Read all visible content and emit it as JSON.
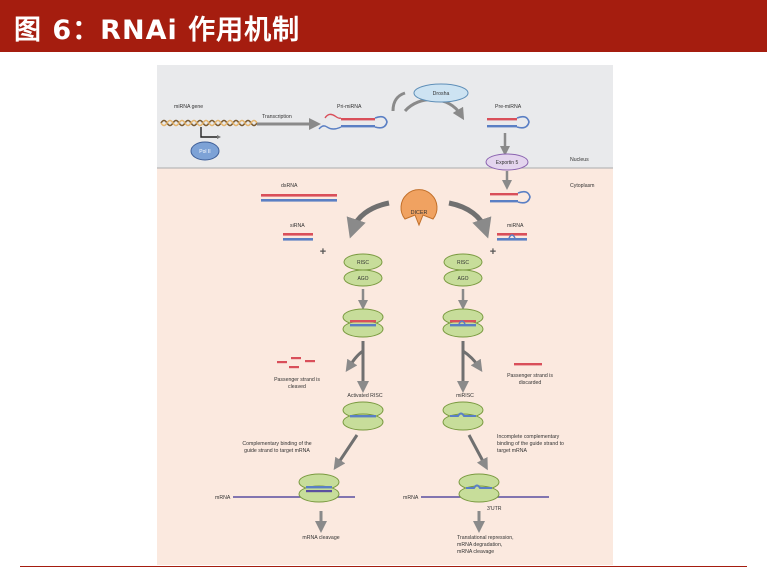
{
  "header": {
    "title": "图 6：RNAi 作用机制"
  },
  "diagram": {
    "mirna_gene": "miRNA gene",
    "pol_ii": "Pol II",
    "transcription": "Transcription",
    "pri_mirna": "Pri-miRNA",
    "drosha": "Drosha",
    "pre_mirna": "Pre-miRNA",
    "exportin": "Exportin 5",
    "nucleus": "Nucleus",
    "cytoplasm": "Cytoplasm",
    "dsrna": "dsRNA",
    "dicer": "DICER",
    "sirna": "siRNA",
    "mirna": "miRNA",
    "plus": "+",
    "risc": "RISC",
    "ago": "AGO",
    "passenger_cleaved_1": "Passenger strand is",
    "passenger_cleaved_2": "cleaved",
    "passenger_discarded_1": "Passenger strand is",
    "passenger_discarded_2": "discarded",
    "activated_risc": "Activated RISC",
    "mirisc": "miRISC",
    "comp_binding_1": "Complementary binding of the",
    "comp_binding_2": "guide strand to target mRNA",
    "incomp_binding_1": "Incomplete complementary",
    "incomp_binding_2": "binding of the guide strand to",
    "incomp_binding_3": "target mRNA",
    "mrna_left": "mRNA",
    "mrna_right": "mRNA",
    "utr": "3'UTR",
    "mrna_cleavage": "mRNA cleavage",
    "outcome_1": "Translational repression,",
    "outcome_2": "mRNA degradation,",
    "outcome_3": "mRNA cleavage"
  },
  "colors": {
    "header_bg": "#a51d0f",
    "nucleus_bg": "#e9eaec",
    "cytoplasm_bg": "#fbe9df",
    "risc_green": "#c7dd9a",
    "dicer_orange": "#f0a261",
    "drosha_blue": "#cde3f2",
    "exportin_purple": "#e4d5ee",
    "rna_red": "#d94f5a",
    "rna_blue": "#5a7fc4",
    "arrow_gray": "#8a8a8a"
  }
}
